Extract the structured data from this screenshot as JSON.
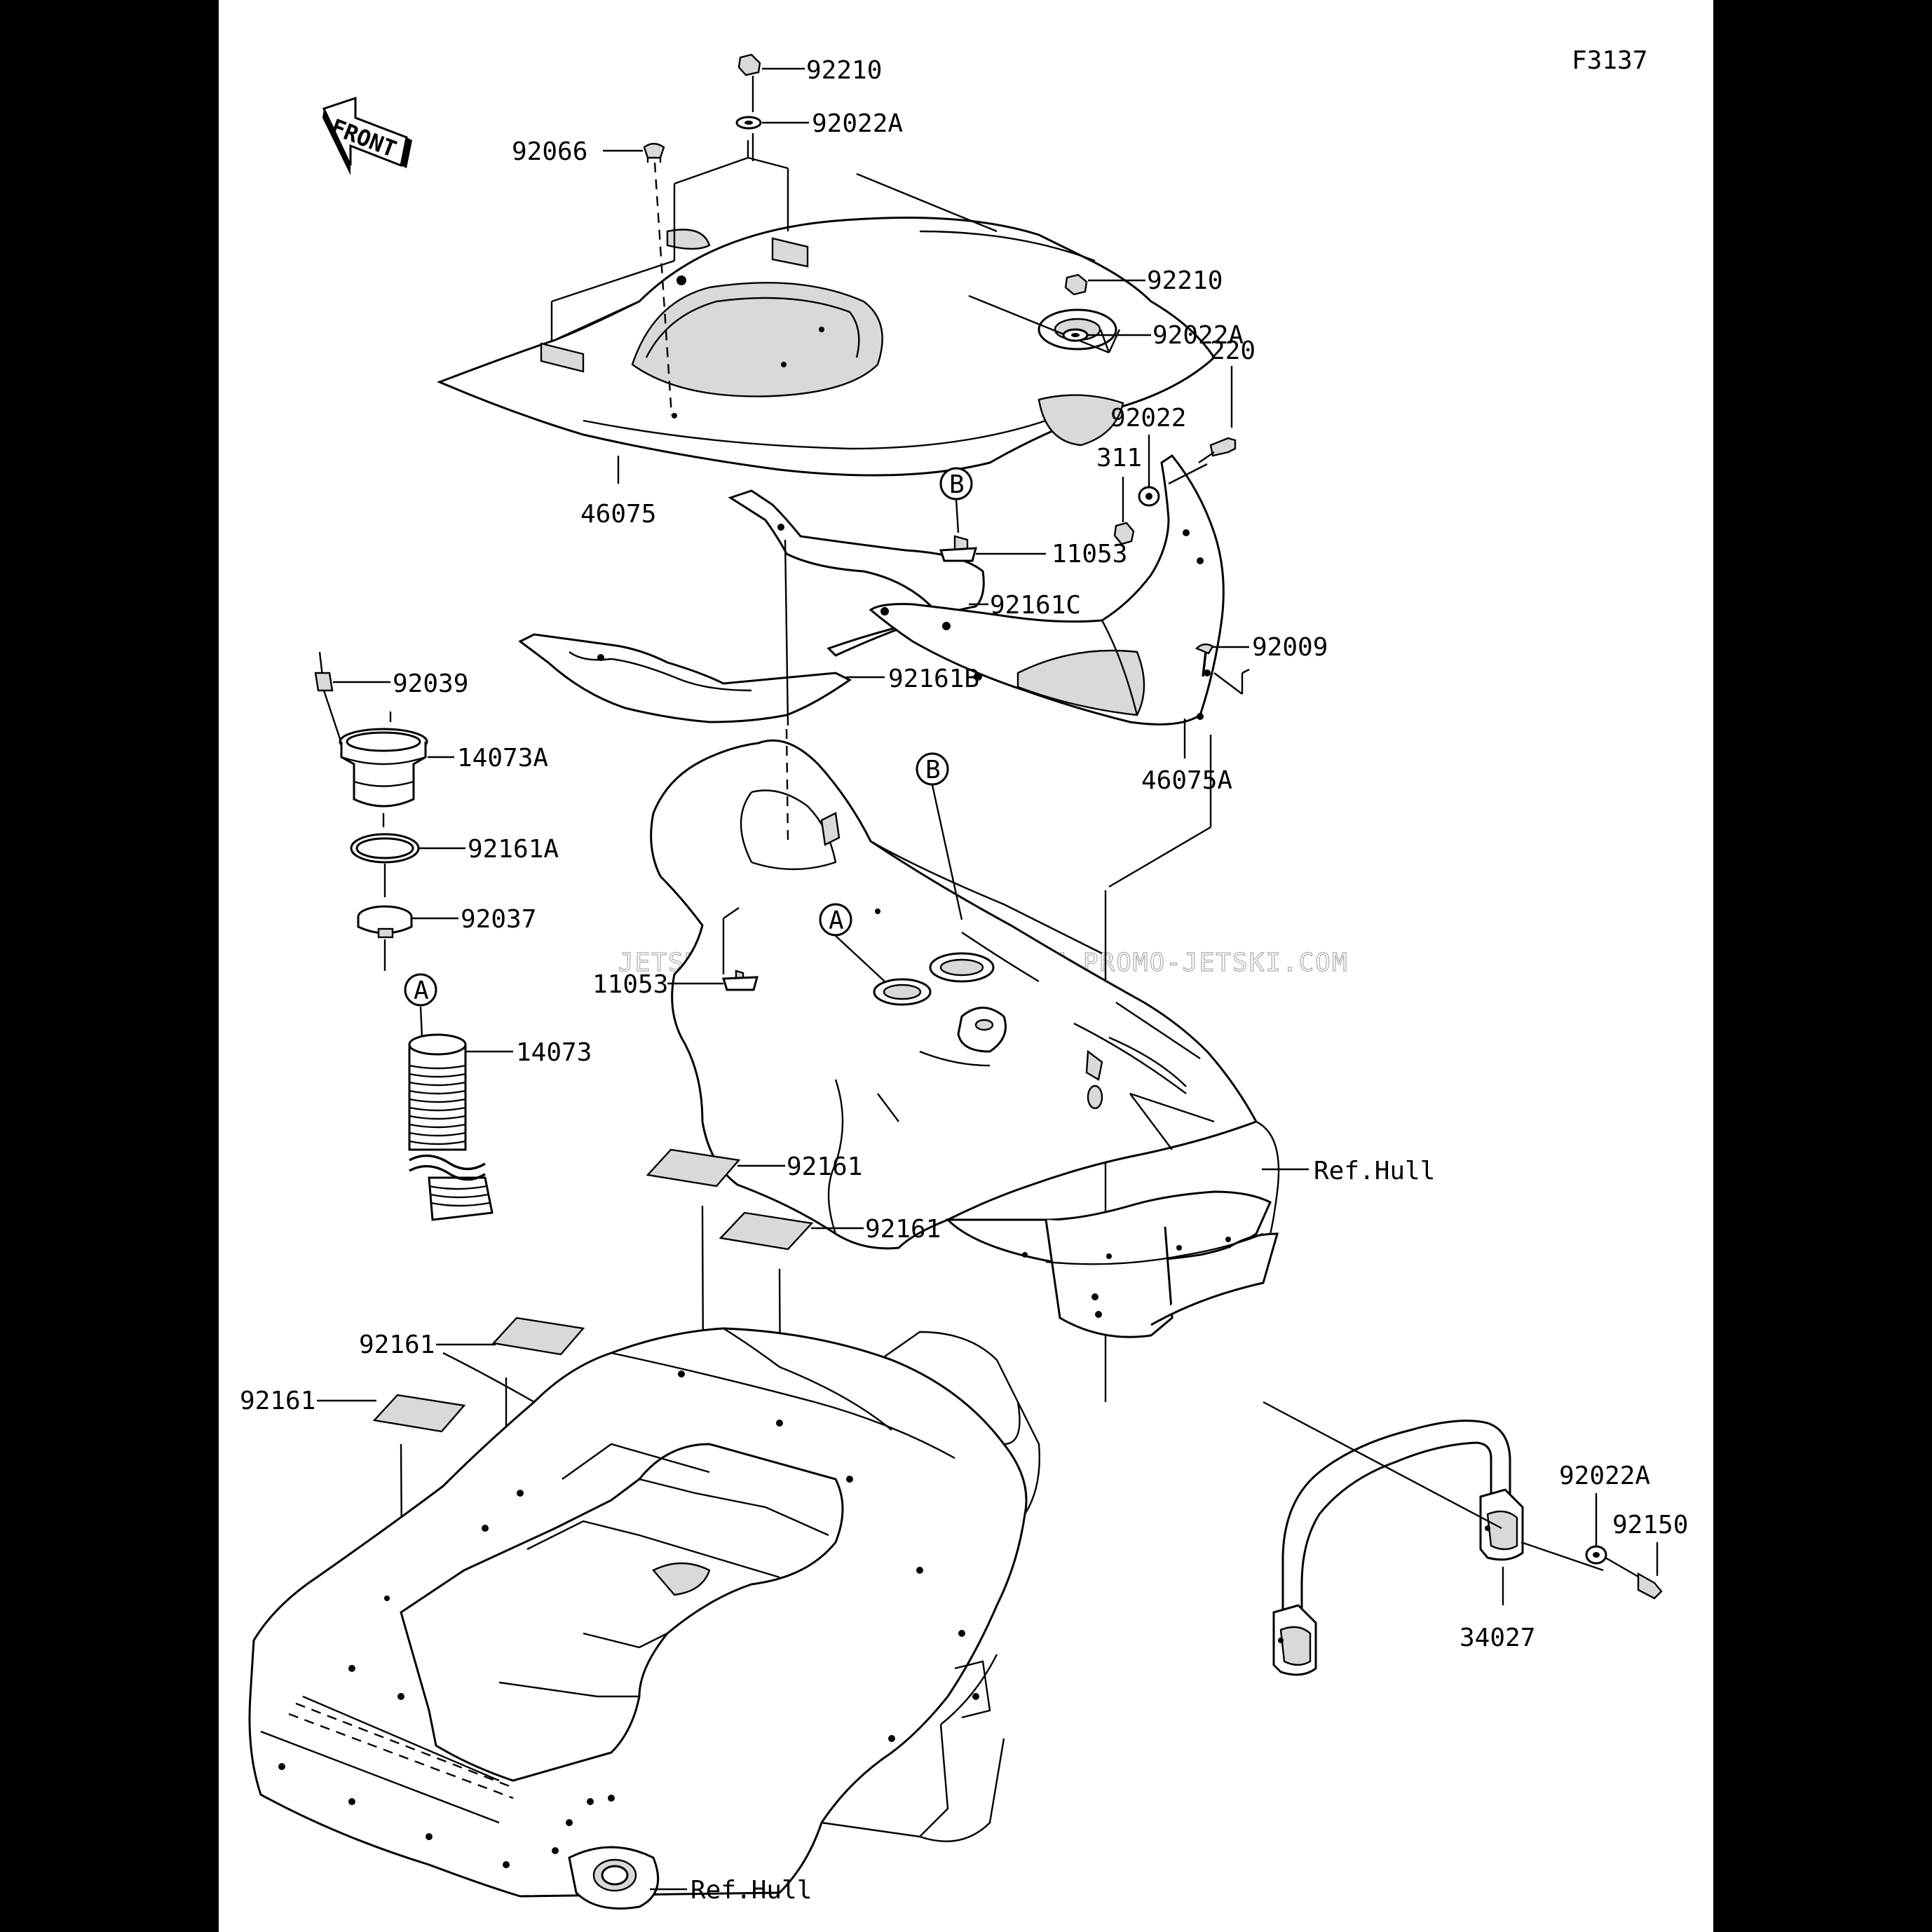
{
  "figure": {
    "code": "F3137",
    "front_arrow": "FRONT",
    "watermark": "JETSKI.COM  PROMO-JETSKI.COM  PROMO-JETSKI.COM"
  },
  "callouts": {
    "c92210_top": "92210",
    "c92022A_top": "92022A",
    "c92066": "92066",
    "c92210_mid": "92210",
    "c92022A_mid": "92022A",
    "c220": "220",
    "c92022": "92022",
    "c311": "311",
    "c46075": "46075",
    "c11053_top": "11053",
    "c92161C": "92161C",
    "c92009": "92009",
    "c92039": "92039",
    "c92161B": "92161B",
    "c46075A": "46075A",
    "c14073A": "14073A",
    "c92161A": "92161A",
    "c92037": "92037",
    "c11053_bot": "11053",
    "c14073": "14073",
    "c92161_1": "92161",
    "c92161_2": "92161",
    "c92161_3": "92161",
    "c92161_4": "92161",
    "c92022A_bot": "92022A",
    "c92150": "92150",
    "c34027": "34027",
    "ref_hull_1": "Ref.Hull",
    "ref_hull_2": "Ref.Hull"
  },
  "ref_markers": {
    "a1": "A",
    "a2": "A",
    "b1": "B",
    "b2": "B"
  }
}
